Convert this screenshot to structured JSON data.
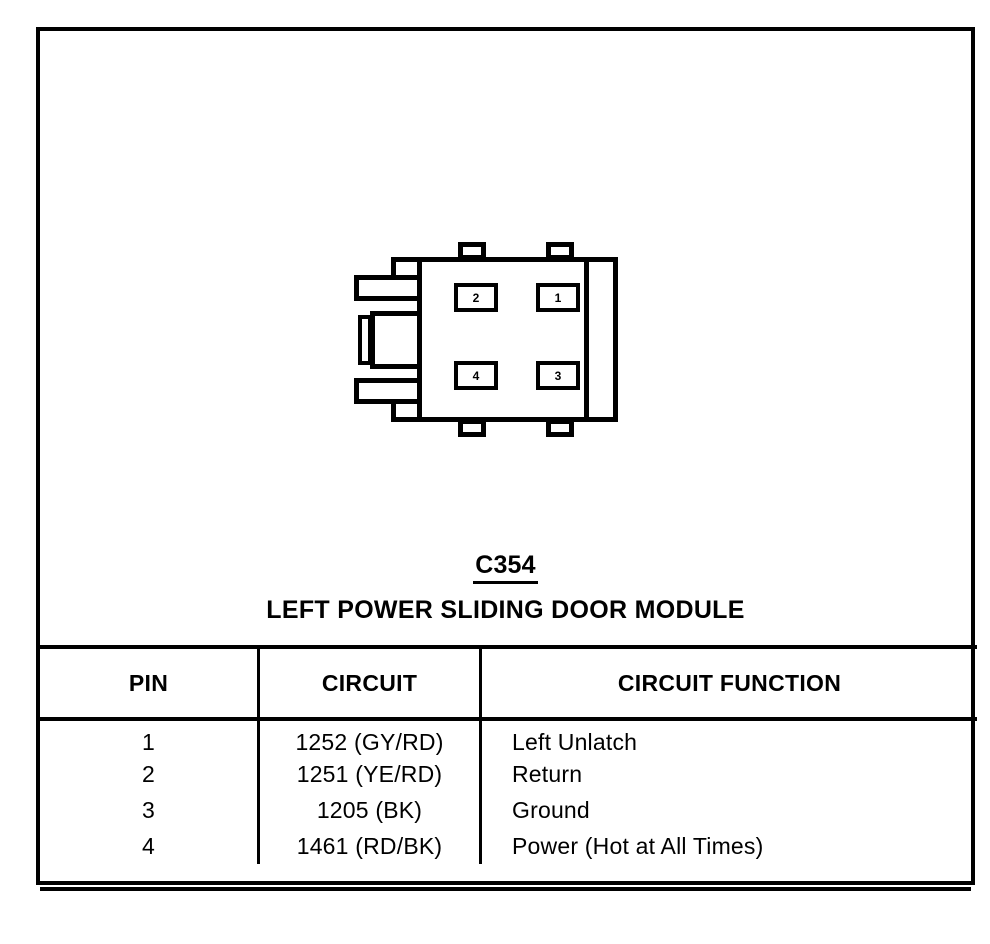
{
  "diagram": {
    "kind": "automotive-connector-pinout",
    "connector_code": "C354",
    "connector_name": "LEFT POWER SLIDING DOOR MODULE",
    "cavities": [
      {
        "label": "2",
        "position": "top-left"
      },
      {
        "label": "1",
        "position": "top-right"
      },
      {
        "label": "4",
        "position": "bottom-left"
      },
      {
        "label": "3",
        "position": "bottom-right"
      }
    ]
  },
  "table": {
    "headers": {
      "pin": "PIN",
      "circuit": "CIRCUIT",
      "function": "CIRCUIT FUNCTION"
    },
    "rows": [
      {
        "pin": "1",
        "circuit": "1252 (GY/RD)",
        "function": "Left Unlatch"
      },
      {
        "pin": "2",
        "circuit": "1251 (YE/RD)",
        "function": "Return"
      },
      {
        "pin": "3",
        "circuit": "1205 (BK)",
        "function": "Ground"
      },
      {
        "pin": "4",
        "circuit": "1461 (RD/BK)",
        "function": "Power (Hot at All Times)"
      }
    ]
  },
  "colors": {
    "ink": "#000000",
    "paper": "#ffffff"
  }
}
